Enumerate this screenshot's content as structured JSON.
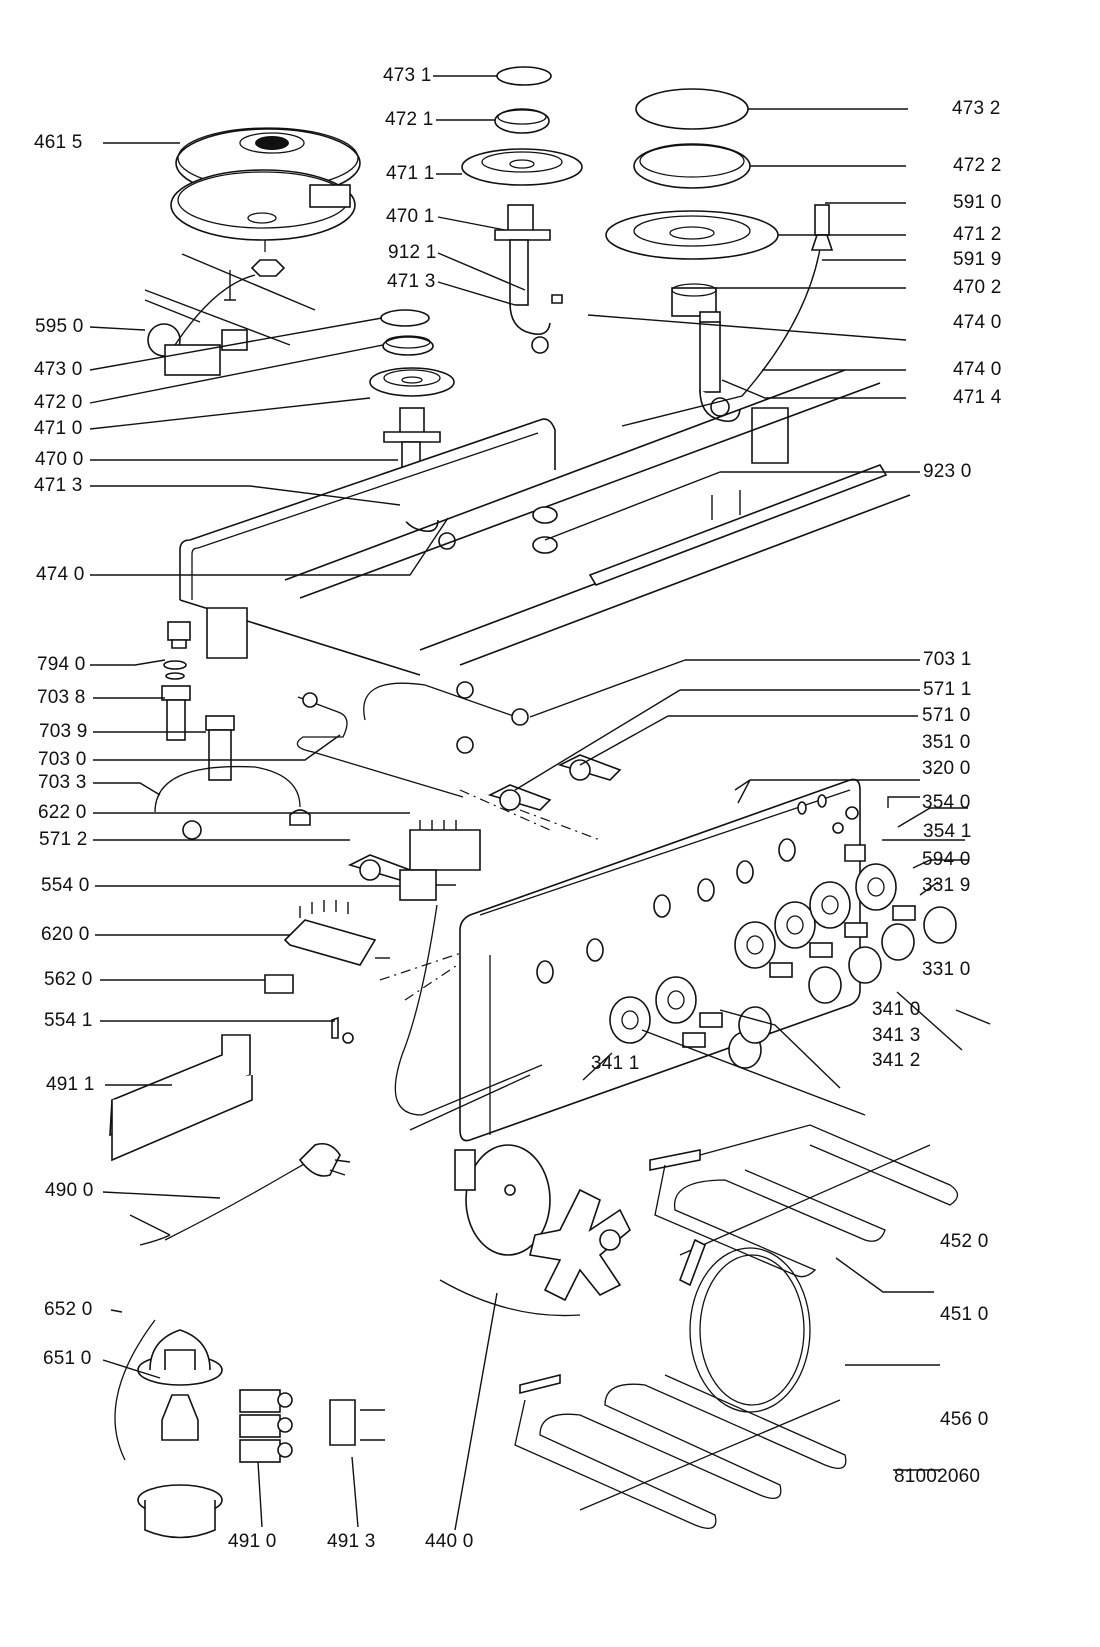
{
  "diagram": {
    "title": "Exploded parts view - gas/electric cooker hob, control panel and oven elements",
    "drawing_number": "81002060",
    "callouts": {
      "c4731": "473 1",
      "c4721": "472 1",
      "c4615": "461 5",
      "c4711": "471 1",
      "c4701": "470 1",
      "c9121": "912 1",
      "c4713a": "471 3",
      "c5950": "595 0",
      "c4730": "473 0",
      "c4720": "472 0",
      "c4710": "471 0",
      "c4700": "470 0",
      "c4713b": "471 3",
      "c4740a": "474 0",
      "c7940": "794 0",
      "c7038": "703 8",
      "c7039": "703 9",
      "c7030": "703 0",
      "c7033": "703 3",
      "c6220": "622 0",
      "c5712": "571 2",
      "c5540": "554 0",
      "c6200": "620 0",
      "c5620": "562 0",
      "c5541": "554 1",
      "c4911": "491 1",
      "c4900": "490 0",
      "c6520": "652 0",
      "c6510": "651 0",
      "c4910": "491 0",
      "c4913": "491 3",
      "c4400": "440 0",
      "c4732": "473 2",
      "c4722": "472 2",
      "c5910": "591 0",
      "c4712": "471 2",
      "c5919": "591 9",
      "c4702": "470 2",
      "c4740b": "474 0",
      "c4740c": "474 0",
      "c4714": "471 4",
      "c9230": "923 0",
      "c7031": "703 1",
      "c5711": "571 1",
      "c5710": "571 0",
      "c3510": "351 0",
      "c3200": "320 0",
      "c3540": "354 0",
      "c3541": "354 1",
      "c5940": "594 0",
      "c3319": "331 9",
      "c3310": "331 0",
      "c3410": "341 0",
      "c3413": "341 3",
      "c3412": "341 2",
      "c3411": "341 1",
      "c4520": "452 0",
      "c4510": "451 0",
      "c4560": "456 0"
    }
  }
}
